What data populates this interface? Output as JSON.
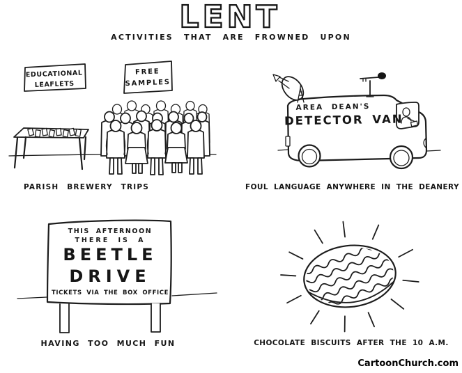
{
  "title": "LENT",
  "subtitle": "ACTIVITIES THAT ARE FROWNED UPON",
  "watermark": "CartoonChurch.com",
  "colors": {
    "ink": "#1c1c1c",
    "paper": "#ffffff"
  },
  "panels": {
    "brewery": {
      "leaflets_sign": {
        "line1": "EDUCATIONAL",
        "line2": "LEAFLETS"
      },
      "samples_sign": {
        "line1": "FREE",
        "line2": "SAMPLES"
      },
      "caption": "PARISH BREWERY TRIPS"
    },
    "van": {
      "side_line1": "AREA DEAN'S",
      "side_line2": "DETECTOR VAN",
      "caption": "FOUL LANGUAGE ANYWHERE IN THE DEANERY"
    },
    "beetle": {
      "sign_line1": "THIS AFTERNOON",
      "sign_line2": "THERE IS A",
      "sign_line3": "BEETLE",
      "sign_line4": "DRIVE",
      "sign_line5": "TICKETS VIA THE BOX OFFICE",
      "caption": "HAVING TOO MUCH FUN"
    },
    "biscuit": {
      "caption": "CHOCOLATE BISCUITS AFTER THE 10 A.M."
    }
  }
}
